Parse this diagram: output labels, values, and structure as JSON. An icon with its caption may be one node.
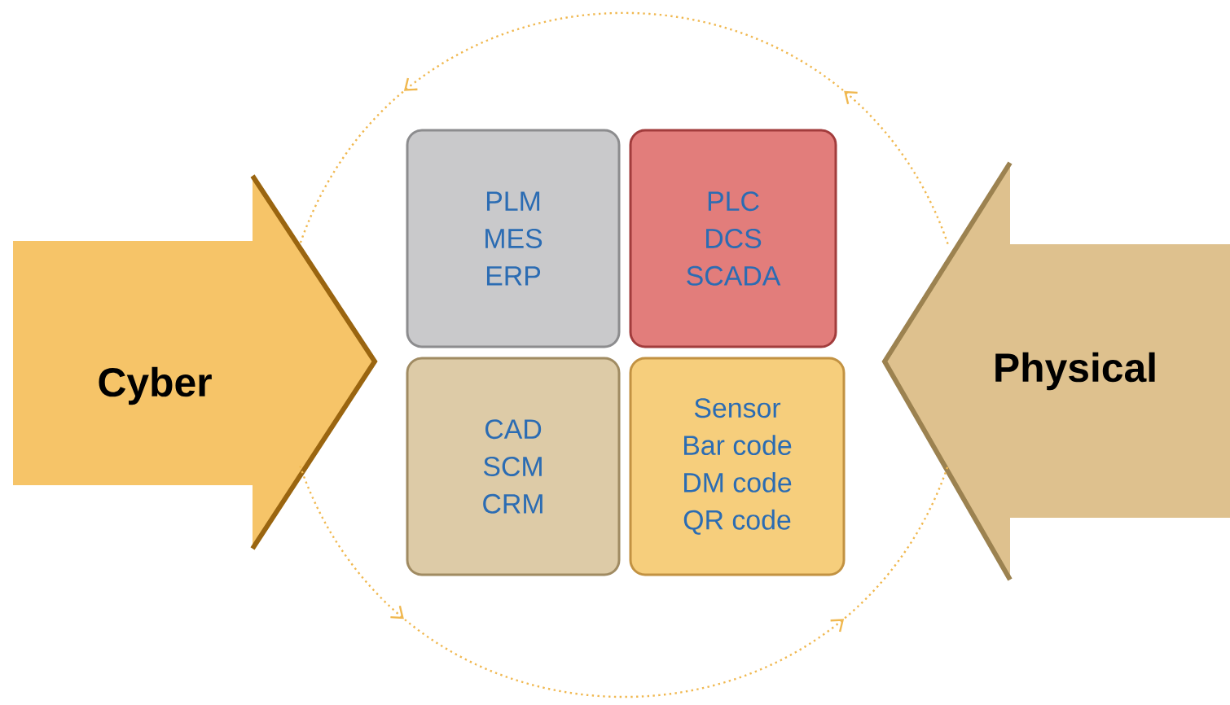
{
  "diagram": {
    "nodes": [
      {
        "text": [
          "Cyber"
        ]
      },
      {
        "text": [
          "PLM",
          "MES",
          "ERP"
        ]
      },
      {
        "text": [
          "PLC",
          "DCS",
          "SCADA"
        ]
      },
      {
        "text": [
          "CAD",
          "SCM",
          "CRM"
        ]
      },
      {
        "text": [
          "Sensor",
          "Bar code",
          "DM code",
          "QR code"
        ]
      },
      {
        "text": [
          "Physical"
        ]
      }
    ],
    "edges": [
      {
        "from": 5,
        "to": 0,
        "arrow": "to",
        "style": "dashed"
      },
      {
        "from": 0,
        "to": 5,
        "arrow": "to",
        "style": "dashed"
      }
    ]
  }
}
